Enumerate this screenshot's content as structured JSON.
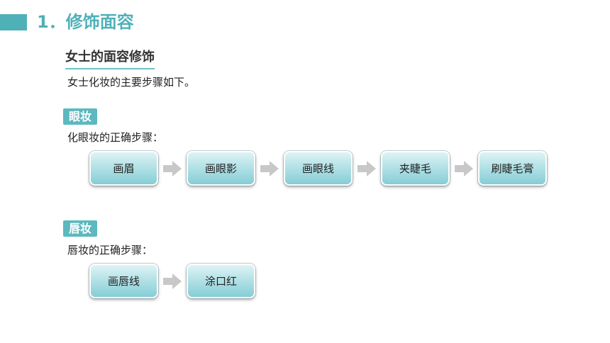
{
  "header": {
    "title": "1．修饰面容"
  },
  "section": {
    "heading": "女士的面容修饰",
    "intro": "女士化妆的主要步骤如下。"
  },
  "eye": {
    "tag": "眼妆",
    "steps_label": "化眼妆的正确步骤：",
    "steps": [
      "画眉",
      "画眼影",
      "画眼线",
      "夹睫毛",
      "刷睫毛膏"
    ]
  },
  "lip": {
    "tag": "唇妆",
    "steps_label": "唇妆的正确步骤：",
    "steps": [
      "画唇线",
      "涂口红"
    ]
  },
  "colors": {
    "accent": "#4fb1b8",
    "tag_bg": "#5bb9bf",
    "arrow": "#c8c8c8"
  },
  "icons": {
    "arrow": "right-arrow-icon"
  }
}
